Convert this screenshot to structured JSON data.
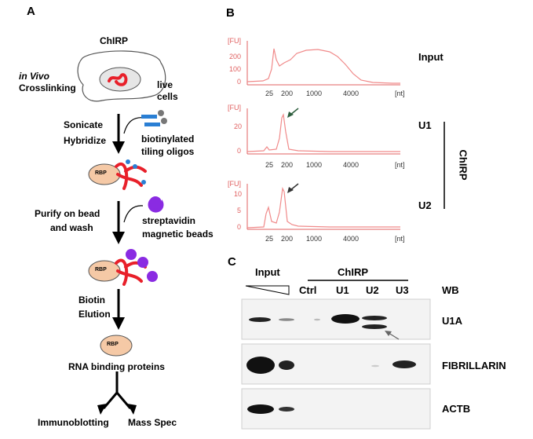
{
  "panel_a": {
    "letter": "A",
    "title": "ChIRP",
    "crosslink_italic": "in Vivo",
    "crosslink": "Crosslinking",
    "live_cells": [
      "live",
      "cells"
    ],
    "step1": [
      "Sonicate",
      "Hybridize"
    ],
    "oligos": [
      "biotinylated",
      "tiling oligos"
    ],
    "rbp": "RBP",
    "step2": [
      "Purify on bead",
      "and wash"
    ],
    "beads": [
      "streptavidin",
      "magnetic beads"
    ],
    "step3": [
      "Biotin",
      "Elution"
    ],
    "proteins": "RNA binding proteins",
    "out_left": "Immunoblotting",
    "out_right": "Mass Spec"
  },
  "panel_b": {
    "letter": "B",
    "unit_y": "[FU]",
    "unit_x": "[nt]",
    "x_ticks": [
      "25",
      "200",
      "1000",
      "4000"
    ],
    "traces": [
      {
        "name": "Input",
        "y_ticks": [
          "200",
          "100",
          "0"
        ]
      },
      {
        "name": "U1",
        "y_ticks": [
          "20",
          "0"
        ]
      },
      {
        "name": "U2",
        "y_ticks": [
          "10",
          "5",
          "0"
        ]
      }
    ],
    "bracket_label": "ChIRP"
  },
  "panel_c": {
    "letter": "C",
    "input_label": "Input",
    "chirp_label": "ChIRP",
    "lanes": [
      "Ctrl",
      "U1",
      "U2",
      "U3"
    ],
    "wb_label": "WB",
    "blots": [
      "U1A",
      "FIBRILLARIN",
      "ACTB"
    ]
  },
  "colors": {
    "trace": "#f08a8a",
    "rna": "#e8202a",
    "oligo": "#2a7fd4",
    "bead": "#8a2be2",
    "rbp": "#f5c9a6"
  }
}
